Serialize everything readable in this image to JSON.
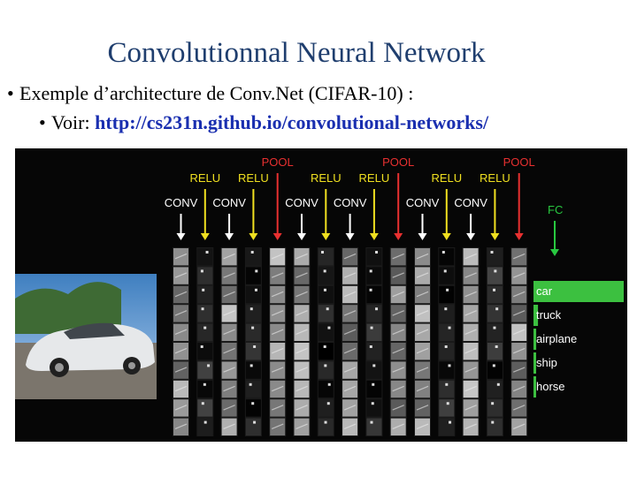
{
  "slide": {
    "title": "Convolutionnal Neural Network",
    "bullet1": "Exemple d’architecture de Conv.Net  (CIFAR-10) :",
    "bullet2_prefix": "Voir: ",
    "bullet2_link": "http://cs231n.github.io/convolutional-networks/"
  },
  "figure": {
    "colors": {
      "conv": "#ffffff",
      "relu": "#f0e020",
      "pool": "#e83030",
      "fc": "#28c840",
      "bar": "#3cc040"
    },
    "layers": [
      {
        "type": "conv",
        "label": "CONV"
      },
      {
        "type": "relu",
        "label": "RELU"
      },
      {
        "type": "conv",
        "label": "CONV"
      },
      {
        "type": "relu",
        "label": "RELU"
      },
      {
        "type": "pool",
        "label": "POOL"
      },
      {
        "type": "conv",
        "label": "CONV"
      },
      {
        "type": "relu",
        "label": "RELU"
      },
      {
        "type": "conv",
        "label": "CONV"
      },
      {
        "type": "relu",
        "label": "RELU"
      },
      {
        "type": "pool",
        "label": "POOL"
      },
      {
        "type": "conv",
        "label": "CONV"
      },
      {
        "type": "relu",
        "label": "RELU"
      },
      {
        "type": "conv",
        "label": "CONV"
      },
      {
        "type": "relu",
        "label": "RELU"
      },
      {
        "type": "pool",
        "label": "POOL"
      }
    ],
    "fc_label": "FC",
    "classes": [
      {
        "label": "car",
        "score": 1.0
      },
      {
        "label": "truck",
        "score": 0.05
      },
      {
        "label": "airplane",
        "score": 0.03
      },
      {
        "label": "ship",
        "score": 0.02
      },
      {
        "label": "horse",
        "score": 0.01
      }
    ]
  }
}
